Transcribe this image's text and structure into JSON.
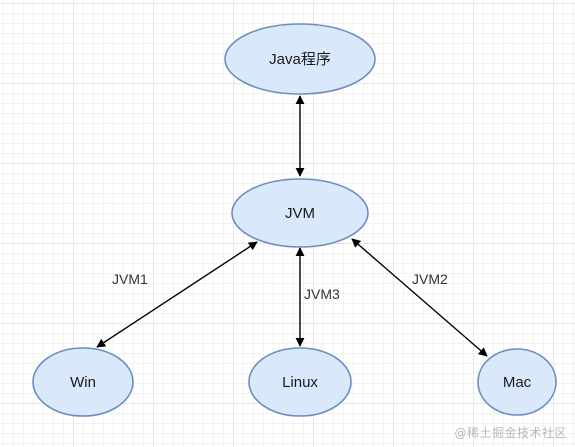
{
  "diagram": {
    "nodes": {
      "java": "Java程序",
      "jvm": "JVM",
      "win": "Win",
      "linux": "Linux",
      "mac": "Mac"
    },
    "edges": {
      "jvm1": "JVM1",
      "jvm3": "JVM3",
      "jvm2": "JVM2"
    },
    "colors": {
      "node_fill": "#dae8fc",
      "node_stroke": "#6c8ebf",
      "edge": "#000000"
    }
  },
  "watermark": "@稀土掘金技术社区"
}
